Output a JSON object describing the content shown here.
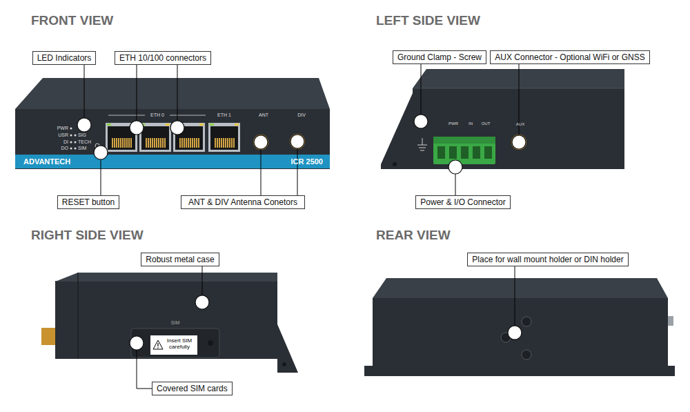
{
  "diagram": {
    "nodes": [
      {
        "text": [
          "LED Indicators"
        ]
      },
      {
        "text": [
          "ETH 10/100 connectors"
        ]
      },
      {
        "text": [
          "Ground Clamp - Screw"
        ]
      },
      {
        "text": [
          "AUX Connector - Optional WiFi or GNSS"
        ]
      },
      {
        "text": [
          "RESET button"
        ]
      },
      {
        "text": [
          "ANT & DIV Antenna Conetors"
        ]
      },
      {
        "text": [
          "Power & I/O Connector"
        ]
      },
      {
        "text": [
          "Robust metal case"
        ]
      },
      {
        "text": [
          "Place for wall mount holder or DIN holder"
        ]
      },
      {
        "text": [
          "Covered SIM cards"
        ]
      }
    ],
    "labels": [
      "FRONT VIEW",
      "LEFT SIDE VIEW",
      "RIGHT SIDE VIEW",
      "REAR VIEW",
      "PWR",
      "USR",
      "DI",
      "DO",
      "SIG",
      "TECH",
      "SIM",
      "ETH 0",
      "ETH 1",
      "ANT",
      "DIV",
      "ADVANTECH",
      "ICR 2500",
      "PWR",
      "IN",
      "OUT",
      "AUX",
      "SIM",
      "Insert SIM carefully"
    ]
  }
}
